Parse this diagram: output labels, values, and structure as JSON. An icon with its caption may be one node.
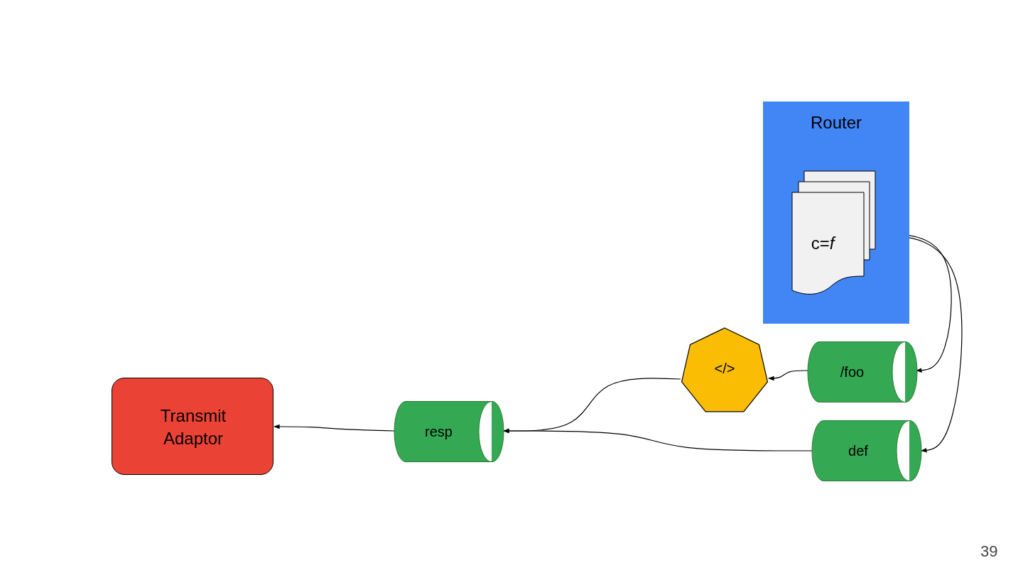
{
  "diagram": {
    "nodes": [
      {
        "text": [
          "Router"
        ]
      },
      {
        "text": [
          "c=*f*"
        ],
        "in": 0
      },
      {
        "text": [
          "/foo"
        ]
      },
      {
        "text": [
          "</>"
        ]
      },
      {
        "text": [
          "def"
        ]
      },
      {
        "text": [
          "resp"
        ]
      },
      {
        "text": [
          "Transmit Adaptor"
        ]
      }
    ],
    "edges": [
      {
        "from": 1,
        "to": 2,
        "arrow": "to"
      },
      {
        "from": 1,
        "to": 4,
        "arrow": "to"
      },
      {
        "from": 2,
        "to": 3,
        "arrow": "to"
      },
      {
        "from": 3,
        "to": 5,
        "arrow": "to"
      },
      {
        "from": 4,
        "to": 5,
        "arrow": "to"
      },
      {
        "from": 5,
        "to": 6,
        "arrow": "to"
      }
    ],
    "labels": [
      "39"
    ]
  }
}
